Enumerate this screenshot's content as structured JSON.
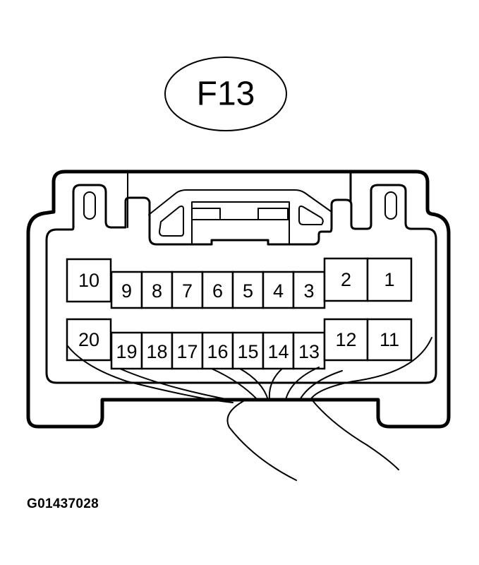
{
  "connector": {
    "id": "F13",
    "figure_code": "G01437028",
    "pin_count": 20,
    "top_row": {
      "left_large": "10",
      "small": [
        "9",
        "8",
        "7",
        "6",
        "5",
        "4",
        "3"
      ],
      "right_large": [
        "2",
        "1"
      ]
    },
    "bottom_row": {
      "left_large": "20",
      "small": [
        "19",
        "18",
        "17",
        "16",
        "15",
        "14",
        "13"
      ],
      "right_large": [
        "12",
        "11"
      ]
    }
  },
  "colors": {
    "line": "#000000",
    "background": "#ffffff"
  }
}
